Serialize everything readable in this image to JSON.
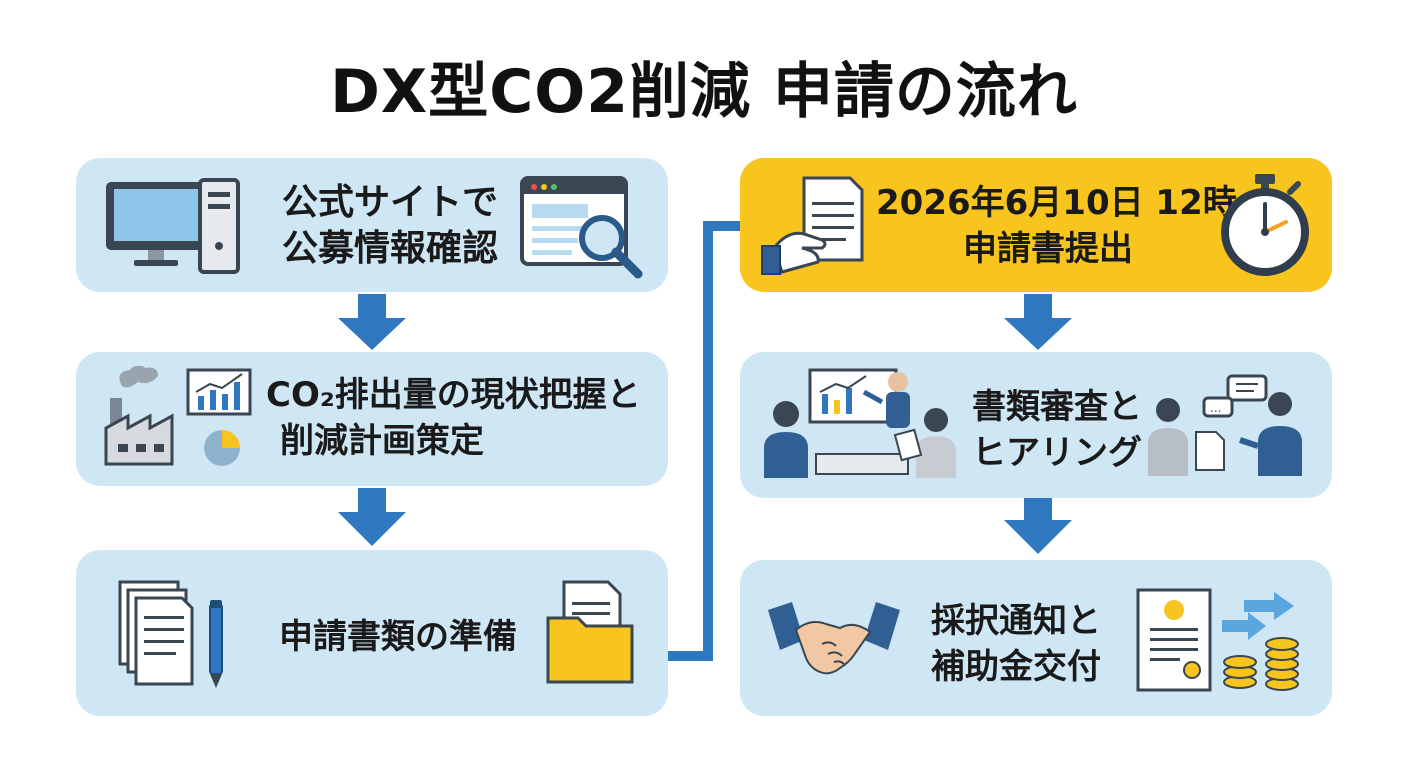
{
  "title": "DX型CO2削減 申請の流れ",
  "colors": {
    "box": "#cfe6f5",
    "highlight_box": "#f7c51e",
    "arrow": "#2f78bf"
  },
  "steps": [
    {
      "icon": "computer-icon",
      "icon2": "browser-search-icon",
      "lines": [
        "公式サイトで",
        "公募情報確認"
      ]
    },
    {
      "icon": "factory-icon",
      "icon2": "chart-icon",
      "lines": [
        "CO₂排出量の現状把握と",
        "削減計画策定"
      ]
    },
    {
      "icon": "documents-pen-icon",
      "icon2": "folder-icon",
      "lines": [
        "申請書類の準備"
      ]
    },
    {
      "icon": "hand-document-icon",
      "icon2": "stopwatch-icon",
      "lines": [
        "2026年6月10日 12時",
        "申請書提出"
      ],
      "highlight": true
    },
    {
      "icon": "presentation-meeting-icon",
      "icon2": "interview-icon",
      "lines": [
        "書類審査と",
        "ヒアリング"
      ]
    },
    {
      "icon": "handshake-icon",
      "icon2": "certificate-coins-icon",
      "lines": [
        "採択通知と",
        "補助金交付"
      ]
    }
  ]
}
